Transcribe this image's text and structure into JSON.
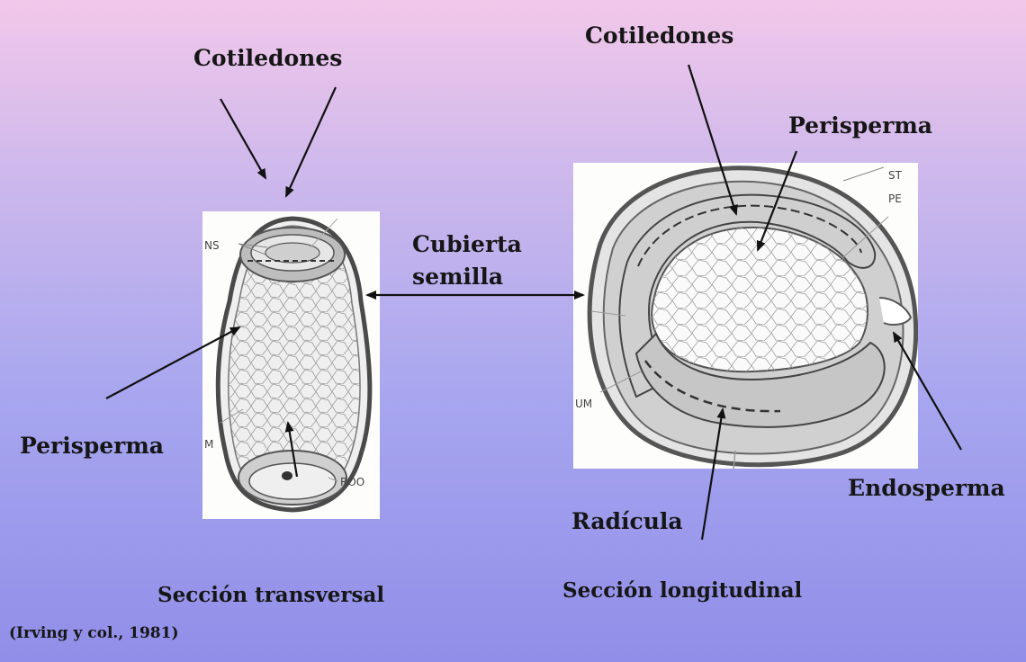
{
  "labels": {
    "cot_left": "Cotiledones",
    "cot_right": "Cotiledones",
    "perisperma_right": "Perisperma",
    "cubierta": "Cubierta",
    "semilla": "semilla",
    "perisperma_left": "Perisperma",
    "endosperma": "Endosperma",
    "radicula": "Radícula",
    "seccion_transversal": "Sección transversal",
    "seccion_longitudinal": "Sección longitudinal",
    "cita": "(Irving y col., 1981)"
  },
  "figure_tags": {
    "ns": "NS",
    "m": "M",
    "roo": "ROO",
    "st": "ST",
    "pe": "PE",
    "um": "UM"
  },
  "colors": {
    "bg_top": "#f2c8ea",
    "bg_bottom": "#908ee8",
    "panel": "#fdfdfb",
    "seed_outline": "#4a4a4a",
    "fill_gray": "#c8c8c8"
  }
}
